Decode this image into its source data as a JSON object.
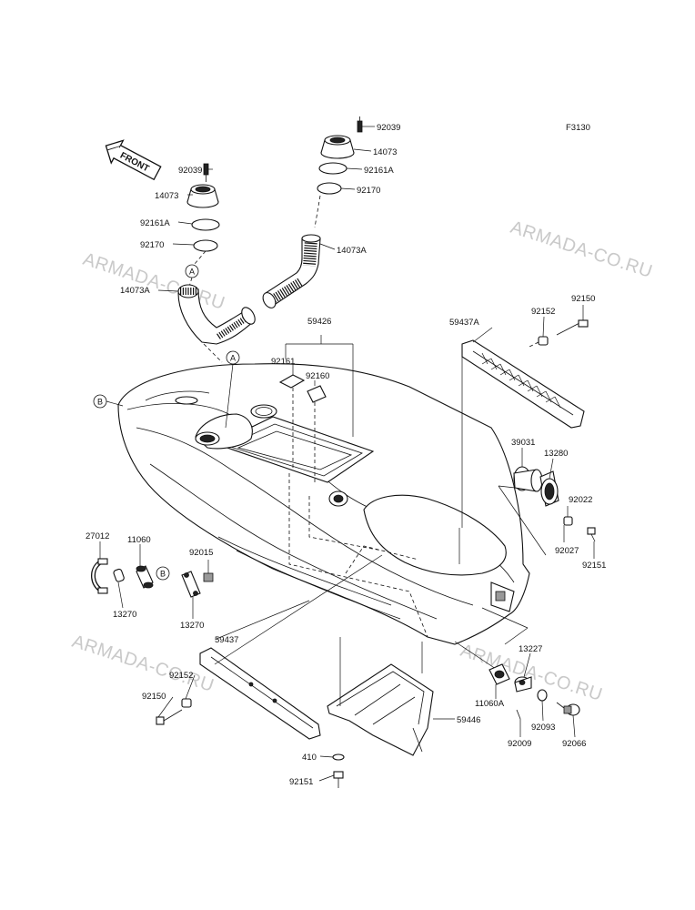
{
  "figure_code": "F3130",
  "front_label": "FRONT",
  "watermark": "ARMADA-CO.RU",
  "ref_markers": {
    "a": "A",
    "b": "B"
  },
  "parts": {
    "p92039_left": "92039",
    "p14073_left": "14073",
    "p92161A_left": "92161A",
    "p92170_left": "92170",
    "p14073A_left": "14073A",
    "p92039_right": "92039",
    "p14073_right": "14073",
    "p92161A_right": "92161A",
    "p92170_right": "92170",
    "p14073A_right": "14073A",
    "p59426": "59426",
    "p92161": "92161",
    "p92160": "92160",
    "p59437A": "59437A",
    "p92152_top": "92152",
    "p92150_top": "92150",
    "p39031": "39031",
    "p13280": "13280",
    "p92022": "92022",
    "p92027": "92027",
    "p92151_right": "92151",
    "p27012": "27012",
    "p11060": "11060",
    "p92015": "92015",
    "p13270_a": "13270",
    "p13270_b": "13270",
    "p59437": "59437",
    "p92152_bottom": "92152",
    "p92150_bottom": "92150",
    "p59446": "59446",
    "p410": "410",
    "p92151_bottom": "92151",
    "p13227": "13227",
    "p11060A": "11060A",
    "p92093": "92093",
    "p92009": "92009",
    "p92066": "92066"
  }
}
